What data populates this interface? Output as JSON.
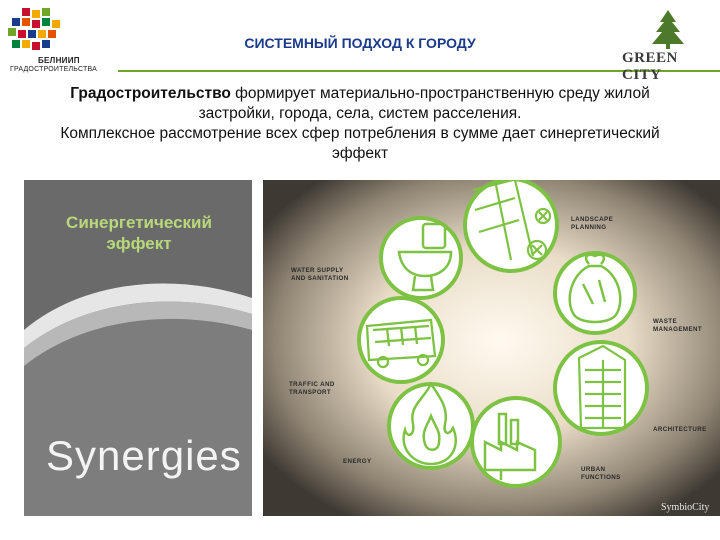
{
  "header": {
    "title": "СИСТЕМНЫЙ ПОДХОД К ГОРОДУ",
    "logo_left": {
      "name": "БЕЛНИИП",
      "subtitle": "ГРАДОСТРОИТЕЛЬСТВА"
    },
    "logo_right": {
      "name": "GREEN CITY",
      "icon": "tree-icon"
    },
    "accent_color": "#6fa62a",
    "title_color": "#1a3a8a"
  },
  "intro": {
    "term": "Градостроительство",
    "line1_rest": " формирует материально-пространственную среду жилой",
    "line2": "застройки, города, села, систем расселения.",
    "line3": "Комплексное рассмотрение всех сфер потребления в сумме дает синергетический",
    "line4": "эффект"
  },
  "left_panel": {
    "label_line1": "Синергетический",
    "label_line2": "эффект",
    "caption": "Synergies"
  },
  "diagram": {
    "brand": "SymbioCity",
    "ring_color": "#7ec244",
    "nodes": [
      {
        "key": "landscape",
        "label1": "LANDSCAPE",
        "label2": "PLANNING",
        "icon": "landscape-icon"
      },
      {
        "key": "waste",
        "label1": "WASTE",
        "label2": "MANAGEMENT",
        "icon": "waste-bag-icon"
      },
      {
        "key": "architecture",
        "label1": "ARCHITECTURE",
        "label2": "",
        "icon": "building-icon"
      },
      {
        "key": "urban",
        "label1": "URBAN",
        "label2": "FUNCTIONS",
        "icon": "factory-icon"
      },
      {
        "key": "energy",
        "label1": "ENERGY",
        "label2": "",
        "icon": "flame-icon"
      },
      {
        "key": "transport",
        "label1": "TRAFFIC AND",
        "label2": "TRANSPORT",
        "icon": "bus-icon"
      },
      {
        "key": "water",
        "label1": "WATER SUPPLY",
        "label2": "AND SANITATION",
        "icon": "toilet-icon"
      }
    ]
  }
}
